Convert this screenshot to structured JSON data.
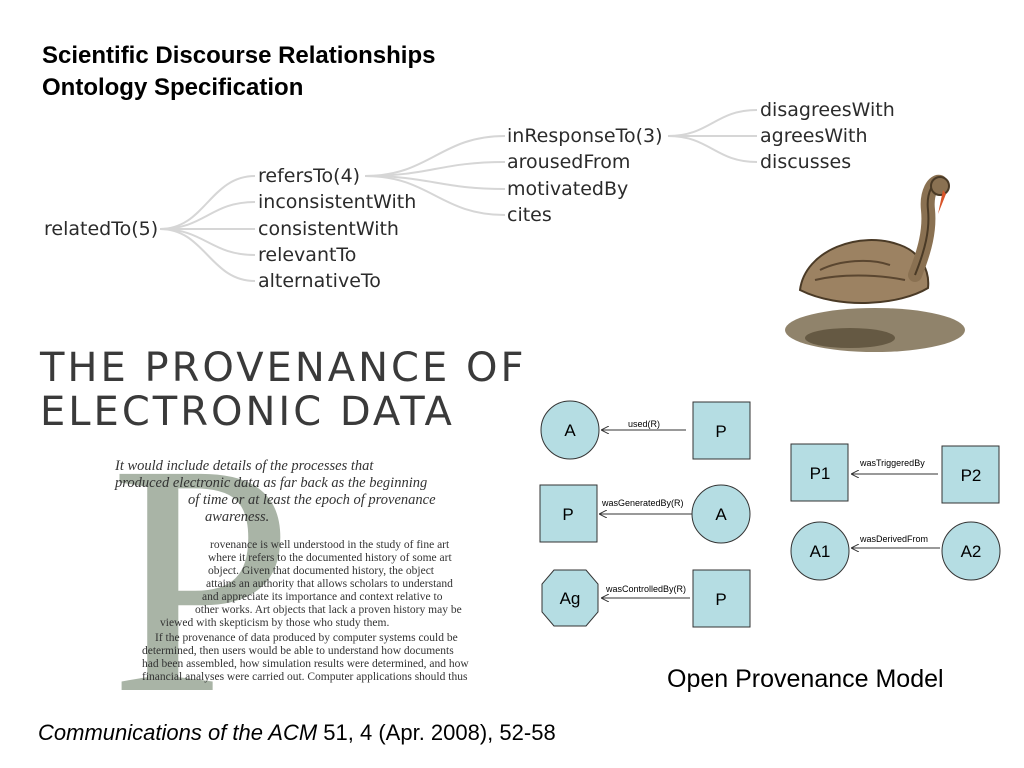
{
  "title": {
    "line1": "Scientific Discourse Relationships",
    "line2": "Ontology Specification"
  },
  "tree": {
    "root": "relatedTo(5)",
    "level1": [
      "refersTo(4)",
      "inconsistentWith",
      "consistentWith",
      "relevantTo",
      "alternativeTo"
    ],
    "level2": [
      "inResponseTo(3)",
      "arousedFrom",
      "motivatedBy",
      "cites"
    ],
    "level3": [
      "disagreesWith",
      "agreesWith",
      "discusses"
    ]
  },
  "article": {
    "heading_line1": "THE PROVENANCE OF",
    "heading_line2": "ELECTRONIC DATA",
    "drop_cap": "P",
    "quote_lines": [
      "It would include details of the processes that",
      "produced electronic data as far back as the beginning",
      "of time or at least the epoch of provenance",
      "awareness."
    ],
    "body_lines": [
      "rovenance is well understood in the study of fine art",
      "where it refers to the documented history of some art",
      "object. Given that documented history, the object",
      "attains an authority that allows scholars to understand",
      "and appreciate its importance and context relative to",
      "other works. Art objects that lack a proven history may be",
      "viewed with skepticism by those who study them.",
      "If the provenance of data produced by computer systems could be",
      "determined, then users would be able to understand how documents",
      "had been assembled, how simulation results were determined, and how",
      "financial analyses were carried out. Computer applications should thus"
    ]
  },
  "opm": {
    "caption": "Open Provenance Model",
    "node_fill": "#b5dde3",
    "rows": [
      {
        "left": "A",
        "edge": "used(R)",
        "right": "P"
      },
      {
        "left": "P",
        "edge": "wasGeneratedBy(R)",
        "right": "A"
      },
      {
        "left": "Ag",
        "edge": "wasControlledBy(R)",
        "right": "P"
      },
      {
        "left": "P1",
        "edge": "wasTriggeredBy",
        "right": "P2"
      },
      {
        "left": "A1",
        "edge": "wasDerivedFrom",
        "right": "A2"
      }
    ]
  },
  "citation": {
    "journal": "Communications of the ACM",
    "details": " 51, 4 (Apr. 2008), 52-58"
  }
}
